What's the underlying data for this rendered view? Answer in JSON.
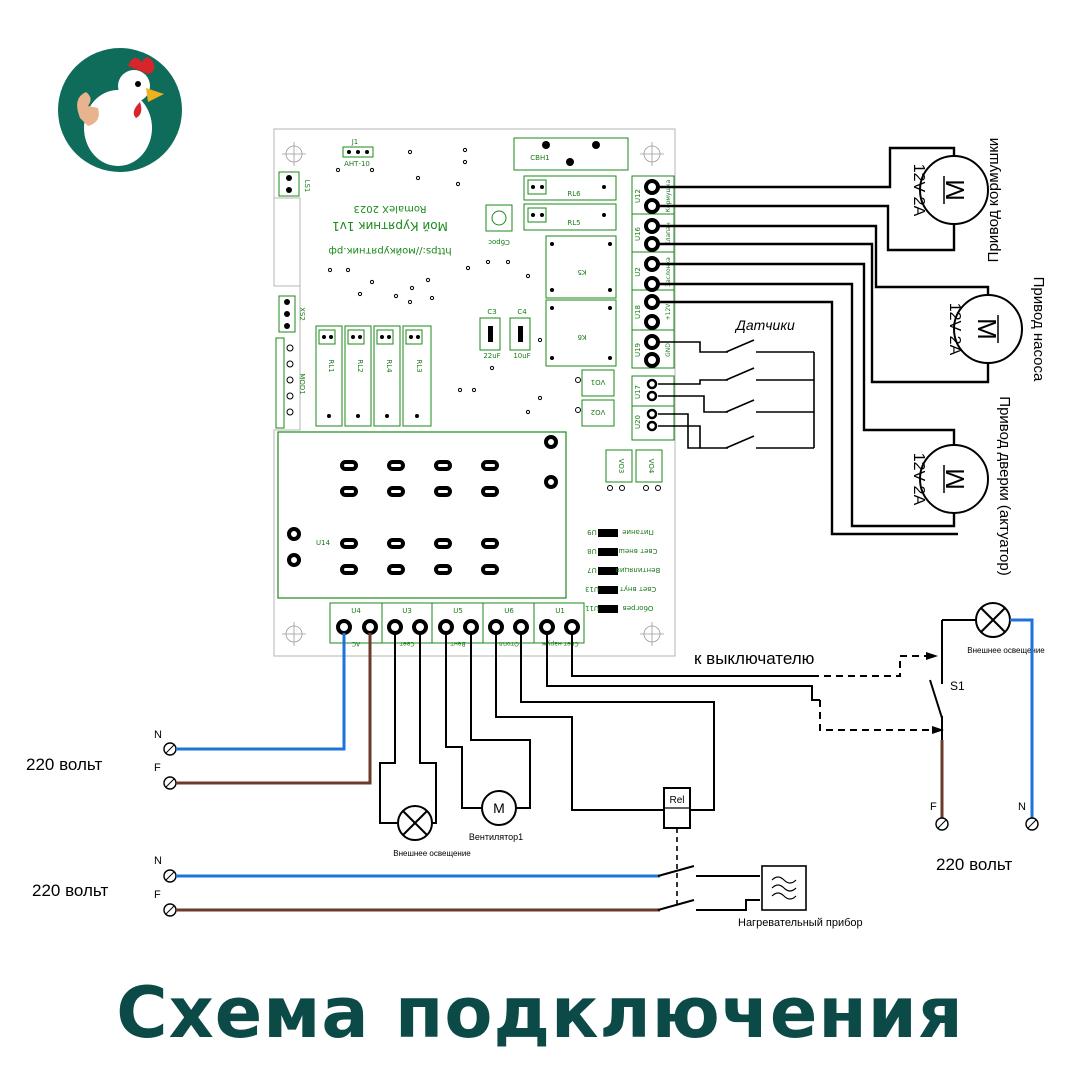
{
  "title": "Схема подключения",
  "colors": {
    "pcb_green": "#1a8a1a",
    "neutral_wire": "#1e73d8",
    "phase_wire": "#6b3a2a",
    "title_teal": "#0b4a47",
    "logo_bg": "#0f6b5a"
  },
  "pcb": {
    "silk_lines": [
      "Мой Курятник 1v1",
      "RomaleX 2023",
      "https://мойкурятник.рф"
    ],
    "relays": [
      "RL1",
      "RL2",
      "RL4",
      "RL3",
      "RL6",
      "RL5",
      "K5",
      "K6"
    ],
    "reset_label": "Сброс",
    "caps": [
      "C3",
      "C4",
      "22uF",
      "10uF"
    ],
    "buzzer": "СВН1",
    "j1": "J1",
    "j1_sub": "АНТ-10",
    "ls1": "LS1",
    "xs2": "XS2",
    "mod": "MOD1",
    "u14": "U14",
    "vo": [
      "VO1",
      "VO2",
      "VO3",
      "VO4"
    ],
    "bottom_terminals": [
      "U4",
      "U3",
      "U5",
      "U6",
      "U1"
    ],
    "bottom_terminal_sub": [
      "AC",
      "Свет",
      "Вент",
      "Отопл",
      "Свет наруж"
    ],
    "right_terminals": [
      "U12",
      "U16",
      "U2",
      "U18",
      "U19"
    ],
    "right_sub": [
      "Кормушка",
      "Клапан",
      "Заслонка",
      "+12V",
      "GND"
    ],
    "sensor_terminals": [
      "U17",
      "U20"
    ],
    "leds": [
      "Питание",
      "Свет внеш",
      "Вентиляция",
      "Свет внут",
      "Обогрев"
    ],
    "led_refs": [
      "U9",
      "U8",
      "U7",
      "U13",
      "U11"
    ]
  },
  "motors": [
    {
      "rating": "12V 2A",
      "label": "Привод кормушки"
    },
    {
      "rating": "12V 2A",
      "label": "Привод насоса"
    },
    {
      "rating": "12V 2A",
      "label": "Привод дверки (актуатор)"
    }
  ],
  "motor_symbol": "M",
  "sensors_label": "Датчики",
  "switch_label": "к выключателю",
  "s1": "S1",
  "outer_light_label": "Внешнее освещение",
  "fan_label": "Вентилятор1",
  "rel_label": "Rel",
  "heater_label": "Нагревательный прибор",
  "volt_label": "220 вольт",
  "n_label": "N",
  "f_label": "F"
}
